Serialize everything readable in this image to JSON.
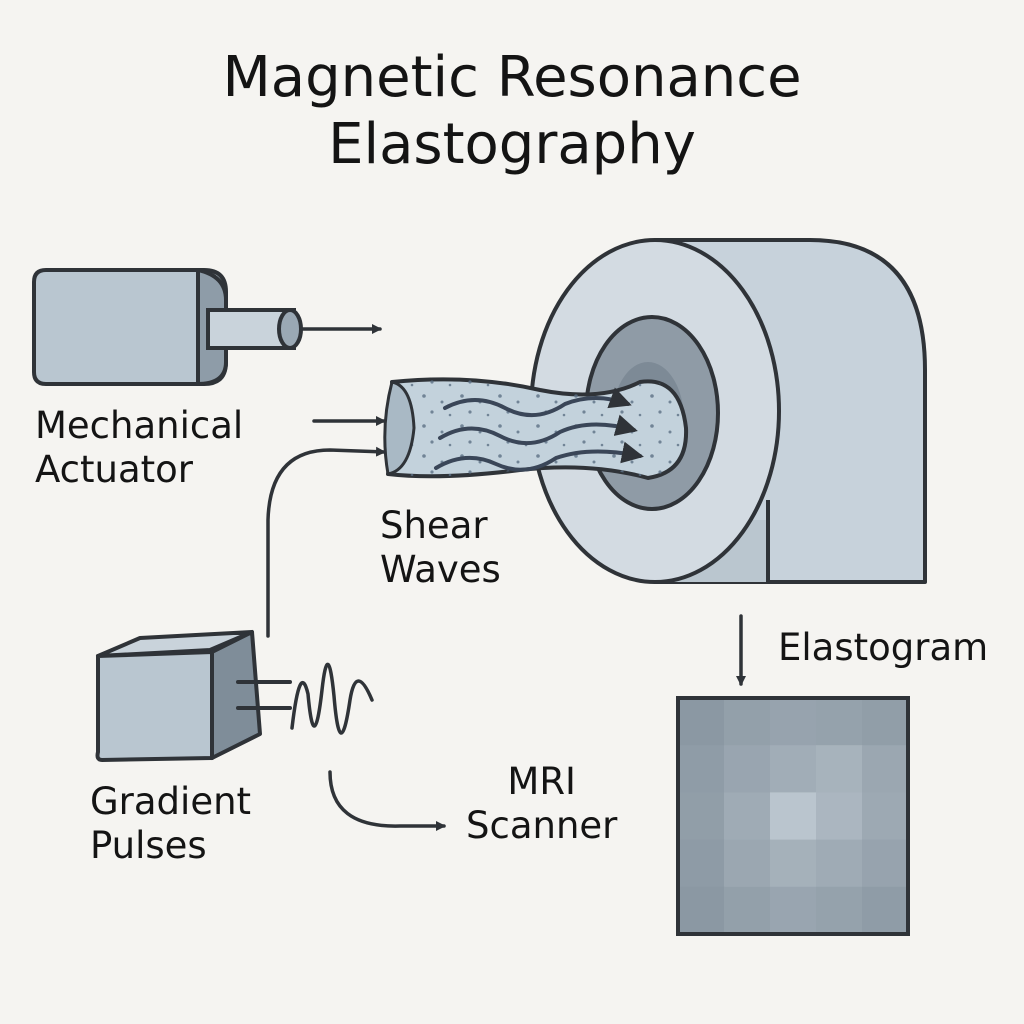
{
  "title": {
    "line1": "Magnetic Resonance",
    "line2": "Elastography"
  },
  "labels": {
    "actuator": [
      "Mechanical",
      "Actuator"
    ],
    "shear": [
      "Shear",
      "Waves"
    ],
    "gradient": [
      "Gradient",
      "Pulses"
    ],
    "mri": [
      "MRI",
      "Scanner"
    ],
    "elastogram": "Elastogram"
  },
  "colors": {
    "background": "#f5f4f1",
    "outline": "#2f3338",
    "device_fill": "#b9c6d0",
    "device_side": "#8e9ca8",
    "scanner_face": "#d3dbe2",
    "bore": "#8f9ba6",
    "tissue": "#c3d2dc"
  },
  "elastogram_grid": {
    "rows": 5,
    "cols": 5,
    "intensity": [
      [
        0.3,
        0.38,
        0.42,
        0.4,
        0.36
      ],
      [
        0.34,
        0.44,
        0.52,
        0.58,
        0.46
      ],
      [
        0.36,
        0.5,
        0.78,
        0.62,
        0.48
      ],
      [
        0.33,
        0.46,
        0.56,
        0.5,
        0.42
      ],
      [
        0.3,
        0.38,
        0.44,
        0.4,
        0.34
      ]
    ]
  }
}
